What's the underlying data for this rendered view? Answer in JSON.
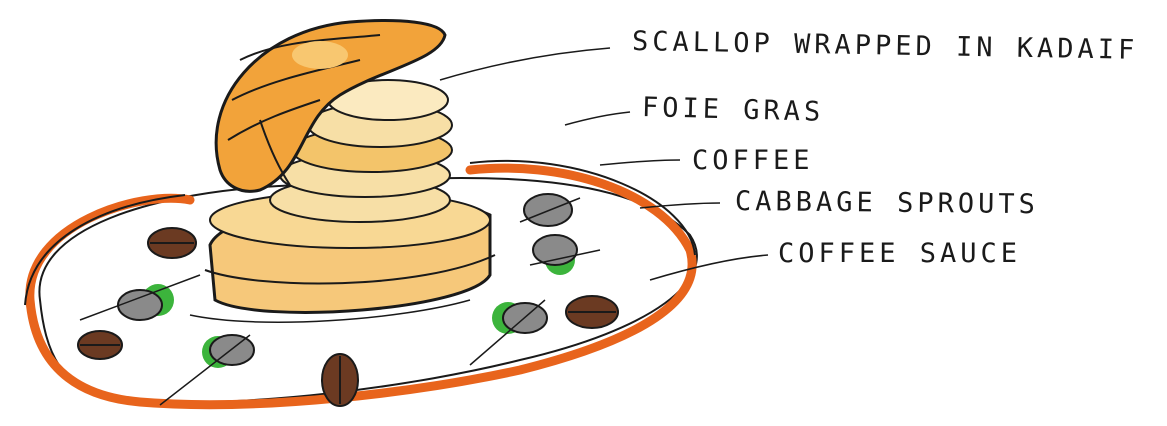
{
  "labels": [
    "SCALLOP WRAPPED IN KADAIF",
    "FOIE GRAS",
    "COFFEE",
    "CABBAGE SPROUTS",
    "COFFEE SAUCE"
  ],
  "colors": {
    "ink": "#1a1a1a",
    "plate_rim": "#e8641c",
    "kadaif": "#f2a33a",
    "foie_gras": "#f7dfa6",
    "base": "#f6c87a",
    "sprouts": "#3cb43c",
    "coffee_bean": "#6b3a22",
    "plate": "#ffffff"
  }
}
